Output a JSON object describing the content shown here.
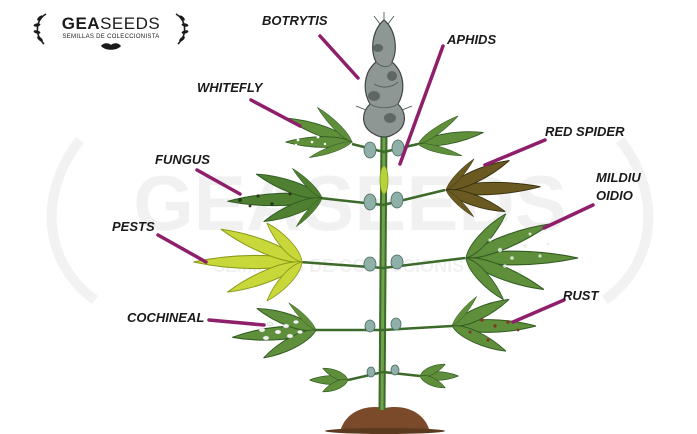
{
  "brand": {
    "name_part1": "GEA",
    "name_part2": "SEEDS",
    "tagline": "SEMILLAS DE COLECCIONISTA",
    "logo_icon": "laurel-wreath-with-lips-icon"
  },
  "watermark": {
    "name": "GEASEEDS",
    "tagline": "SEMILLAS DE COLECCIONISTA"
  },
  "colors": {
    "pointer": "#8e1f6b",
    "leaf_green": "#5f8f3a",
    "leaf_dark": "#2f5a22",
    "leaf_yellow": "#c8d83a",
    "leaf_brown": "#6a5a22",
    "bud_grey": "#9aa19f",
    "soil": "#7a4a2a"
  },
  "labels": {
    "botrytis": "BOTRYTIS",
    "aphids": "APHIDS",
    "whitefly": "WHITEFLY",
    "red_spider": "RED SPIDER",
    "fungus": "FUNGUS",
    "mildiu": "MILDIU",
    "oidio": "OIDIO",
    "pests": "PESTS",
    "rust": "RUST",
    "cochineal": "COCHINEAL"
  }
}
